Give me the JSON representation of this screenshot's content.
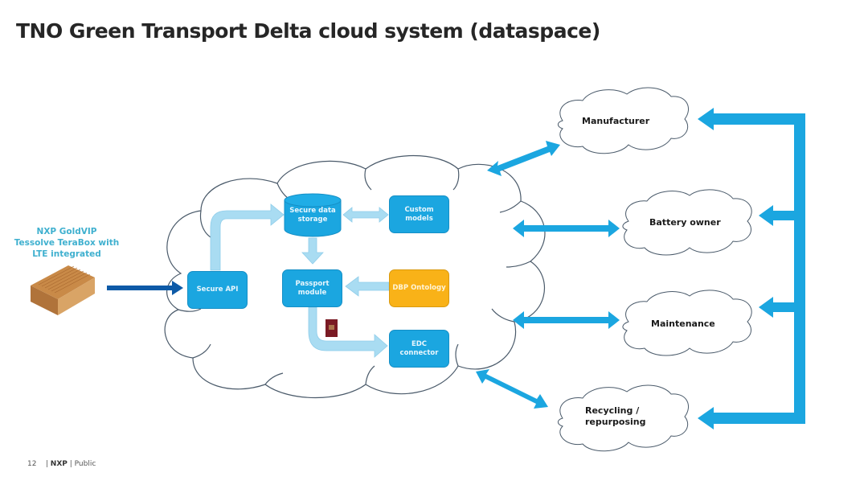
{
  "slide": {
    "title": "TNO Green Transport Delta cloud system (dataspace)",
    "footer": {
      "page_number": "12",
      "brand": "NXP",
      "classification": "Public"
    }
  },
  "device": {
    "label_lines": [
      "NXP GoldVIP",
      "Tessolve TeraBox with",
      "LTE integrated"
    ],
    "icon": "hardware-box-icon"
  },
  "cloud_system": {
    "components": {
      "secure_api": "Secure API",
      "secure_data_storage_line1": "Secure data",
      "secure_data_storage_line2": "storage",
      "custom_models_line1": "Custom",
      "custom_models_line2": "models",
      "passport_module_line1": "Passport",
      "passport_module_line2": "module",
      "dbp_ontology": "DBP Ontology",
      "edc_connector_line1": "EDC",
      "edc_connector_line2": "connector"
    },
    "colors": {
      "component": "#1ba6e0",
      "ontology": "#f9b218",
      "flow_arrow": "#a9dcf2",
      "ingest_arrow": "#0d5aa7",
      "stakeholder_arrow": "#1ba6e0"
    }
  },
  "stakeholders": [
    {
      "id": "manufacturer",
      "label_lines": [
        "Manufacturer"
      ]
    },
    {
      "id": "battery-owner",
      "label_lines": [
        "Battery owner"
      ]
    },
    {
      "id": "maintenance",
      "label_lines": [
        "Maintenance"
      ]
    },
    {
      "id": "recycling",
      "label_lines": [
        "Recycling /",
        "repurposing"
      ]
    }
  ]
}
